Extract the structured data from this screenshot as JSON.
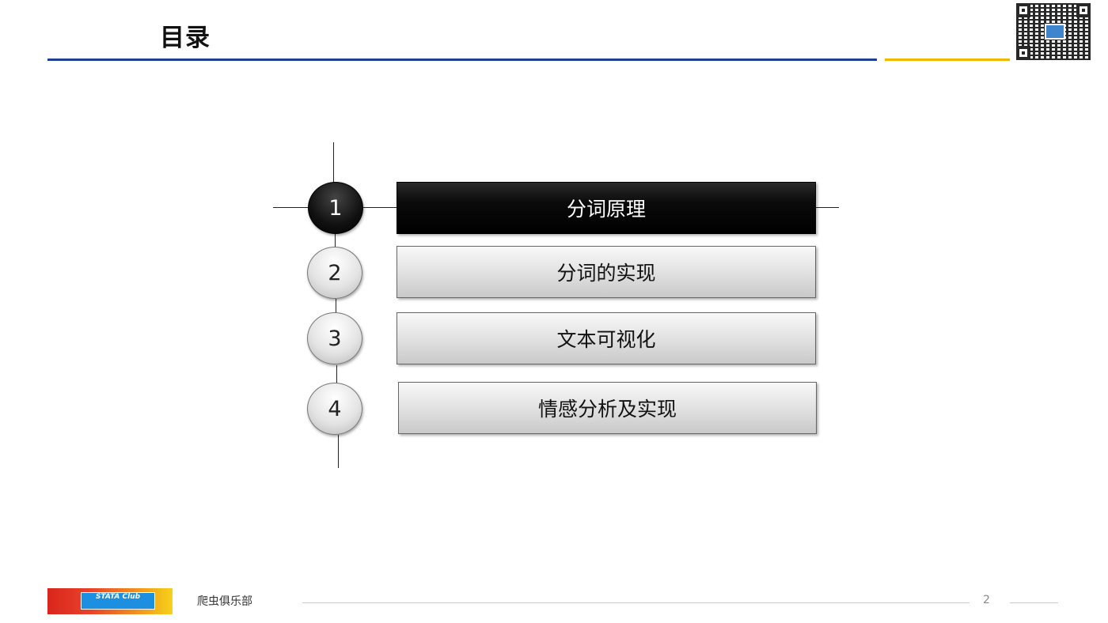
{
  "header": {
    "title": "目录"
  },
  "toc": {
    "items": [
      {
        "number": "1",
        "label": "分词原理",
        "active": true
      },
      {
        "number": "2",
        "label": "分词的实现",
        "active": false
      },
      {
        "number": "3",
        "label": "文本可视化",
        "active": false
      },
      {
        "number": "4",
        "label": "情感分析及实现",
        "active": false
      }
    ]
  },
  "footer": {
    "logo_text": "STATA Club",
    "club_name": "爬虫俱乐部",
    "page_number": "2"
  },
  "colors": {
    "blue_rule": "#1f3f8f",
    "gold_rule": "#f0b800",
    "active": "#000000"
  },
  "icons": [
    "qr-code-icon",
    "stata-club-logo-icon"
  ]
}
